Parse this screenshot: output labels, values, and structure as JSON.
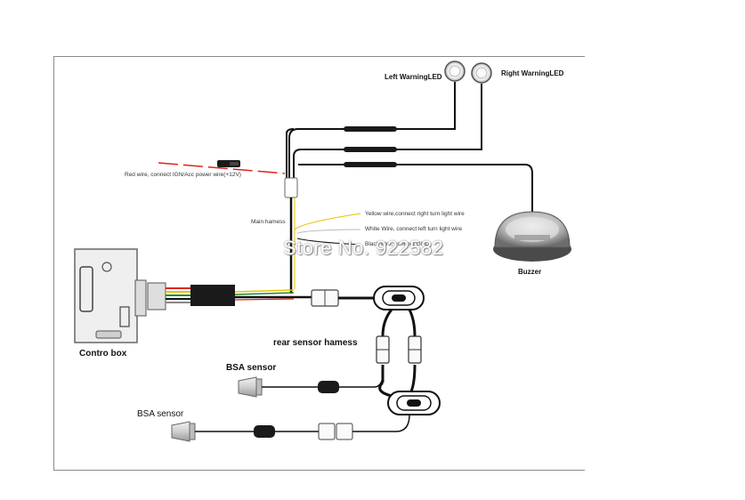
{
  "labels": {
    "left_led": "Left WarningLED",
    "right_led": "Right WarningLED",
    "red_wire": "Red wire, connect IGN/Acc power wire(+12V)",
    "main_harness": "Main hamess",
    "yellow_wire": "Yellow wire,connect right turn light wire",
    "white_wire": "White Wire, connect left turn light wire",
    "black_wire": "Black wire, connect GND",
    "buzzer": "Buzzer",
    "control_box": "Contro box",
    "rear_harness": "rear sensor hamess",
    "bsa_sensor_1": "BSA  sensor",
    "bsa_sensor_2": "BSA  sensor"
  },
  "watermark": "Store No. 922582",
  "colors": {
    "red_wire": "#e0241b",
    "yellow_wire": "#e6c200",
    "green_wire": "#1e8a2e",
    "black_wire": "#111111"
  }
}
